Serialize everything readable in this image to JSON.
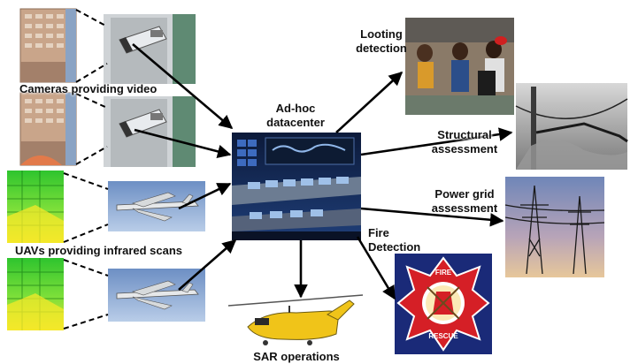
{
  "labels": {
    "cameras": "Cameras providing video",
    "uavs": "UAVs providing infrared scans",
    "datacenter_line1": "Ad-hoc",
    "datacenter_line2": "datacenter",
    "looting_line1": "Looting",
    "looting_line2": "detection",
    "structural_line1": "Structural",
    "structural_line2": "assessment",
    "power_line1": "Power grid",
    "power_line2": "assessment",
    "fire_line1": "Fire",
    "fire_line2": "Detection",
    "sar": "SAR operations"
  },
  "emblem": {
    "top_text": "FIRE",
    "bottom_text": "RESCUE"
  },
  "colors": {
    "arrow": "#000000",
    "thermal_green": "#3fd23f",
    "thermal_yellow": "#f2e62a",
    "emblem_red": "#d51f26",
    "emblem_navy": "#1a2a78",
    "helicopter_yellow": "#f0c419",
    "sky_blue": "#8fb0dc",
    "console_blue": "#2a4d8a"
  }
}
